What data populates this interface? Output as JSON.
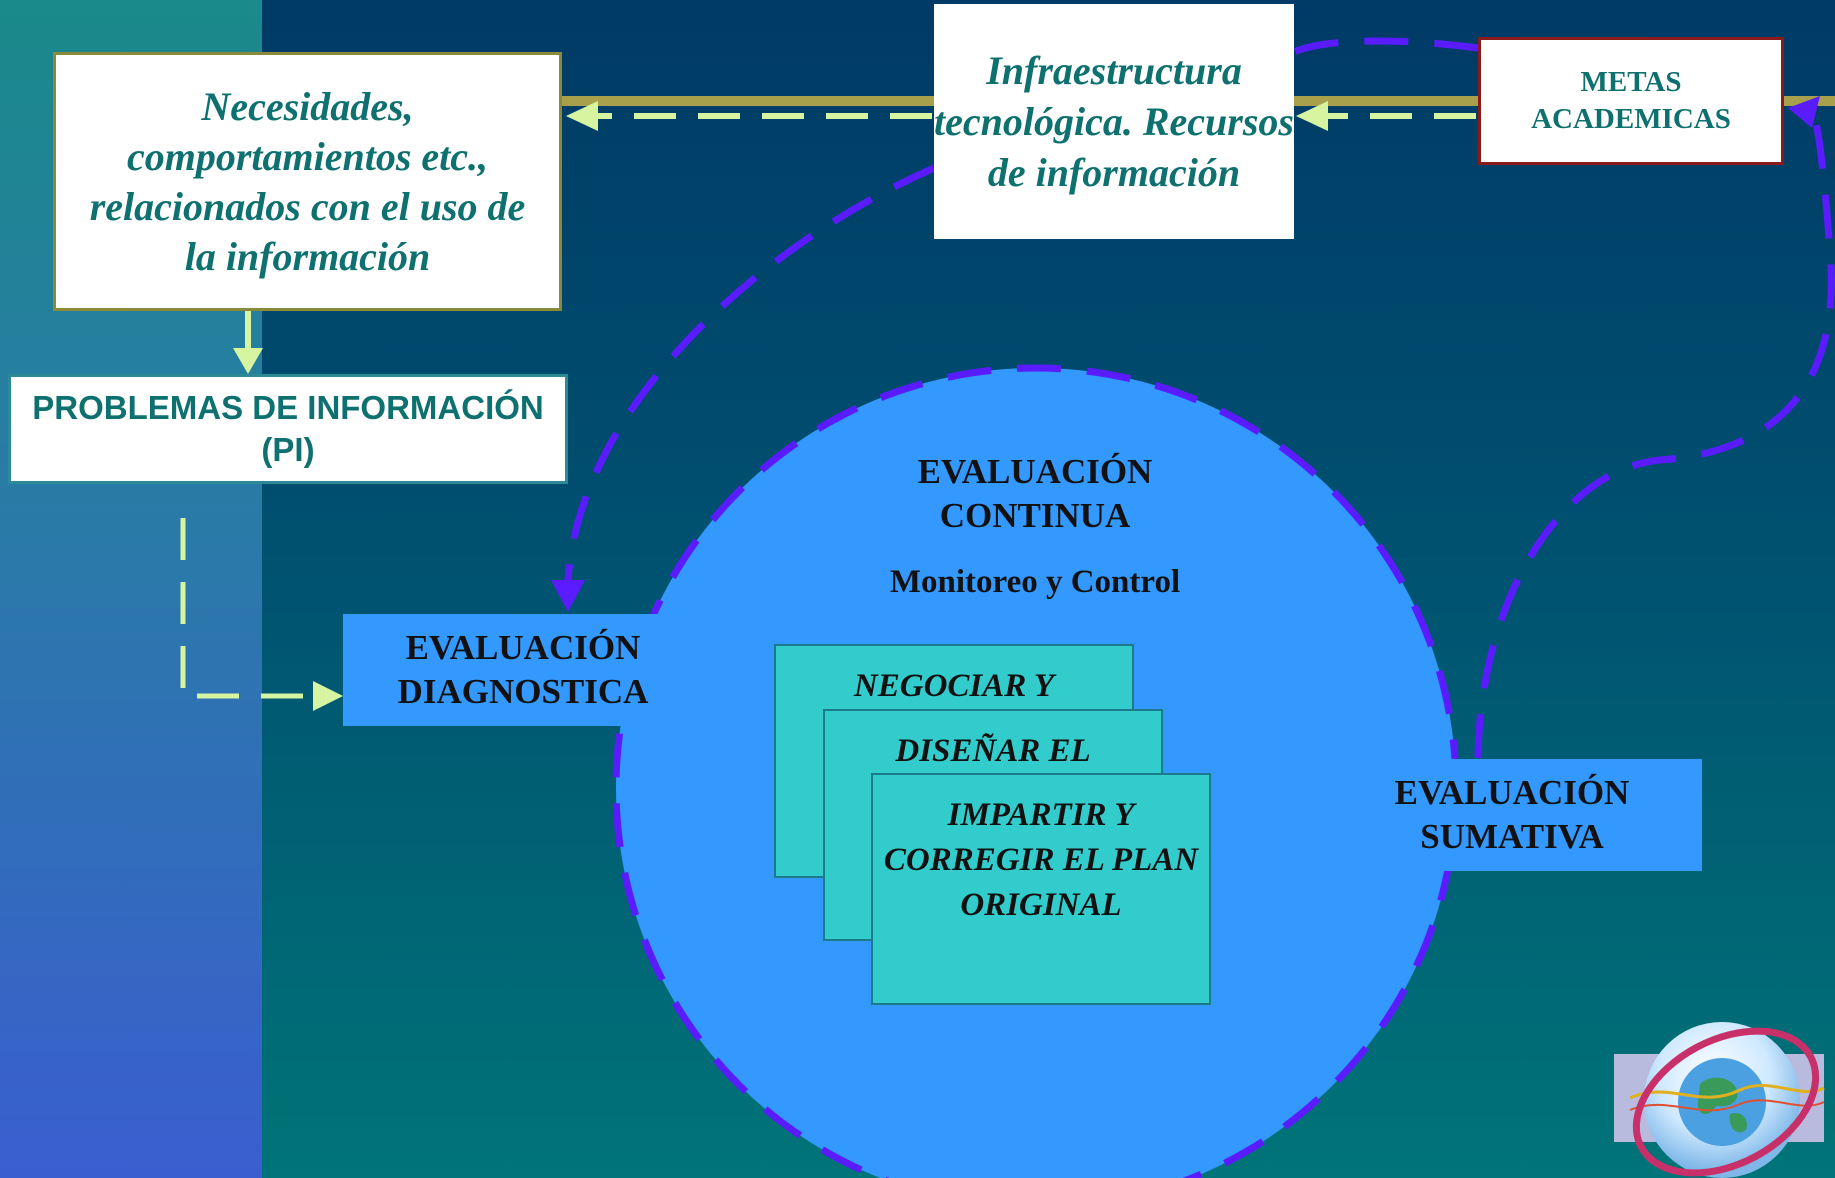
{
  "boxes": {
    "needs": "Necesidades, comportamientos etc., relacionados con el uso de la información",
    "infra": "Infraestructura tecnológica. Recursos de información",
    "metas": "METAS ACADEMICAS",
    "problems": "PROBLEMAS DE INFORMACIÓN (PI)",
    "diag": "EVALUACIÓN DIAGNOSTICA",
    "sum": "EVALUACIÓN SUMATIVA"
  },
  "circle": {
    "title": "EVALUACIÓN CONTINUA",
    "subtitle": "Monitoreo y Control"
  },
  "cards": {
    "c1": "NEGOCIAR Y",
    "c2": "DISEÑAR EL",
    "c3": "IMPARTIR Y CORREGIR EL PLAN ORIGINAL"
  },
  "colors": {
    "background_top": "#003a66",
    "background_bottom": "#007478",
    "sidebar": "#2a7aa8",
    "circle_fill": "#3399ff",
    "dashed_ring": "#5a1cff",
    "card_fill": "#33cccc",
    "connector_green": "#d7f5a0",
    "olive_bar": "#a8a04a",
    "text_teal": "#0f7070"
  },
  "icons": [
    "globe-logo-icon"
  ]
}
